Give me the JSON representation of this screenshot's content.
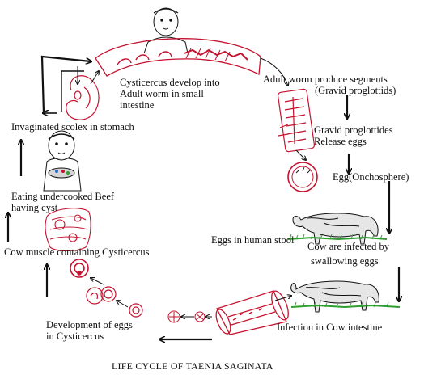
{
  "labels": {
    "cysticercus_develop_1": "Cysticercus develop into",
    "cysticercus_develop_2": "Adult worm in small",
    "cysticercus_develop_3": "intestine",
    "adult_worm_1": "Adult worm produce segments",
    "adult_worm_2": "(Gravid proglottids)",
    "gravid_release_1": "Gravid proglottides",
    "gravid_release_2": "Release eggs",
    "egg": "Egg(Onchosphere)",
    "eggs_in_stool": "Eggs in human stool",
    "cow_infected_1": "Cow are infected by",
    "cow_infected_2": "swallowing eggs",
    "infection_intestine": "Infection in Cow intestine",
    "development_eggs_1": "Development of eggs",
    "development_eggs_2": "in Cysticercus",
    "cow_muscle": "Cow muscle containing Cysticercus",
    "eating_beef_1": "Eating undercooked Beef",
    "eating_beef_2": "having cyst",
    "invaginated_scolex": "Invaginated scolex in stomach"
  },
  "caption": "LIFE CYCLE OF TAENIA SAGINATA",
  "colors": {
    "ink": "#111111",
    "worm": "#c4122f",
    "grass": "#2e9e2e"
  }
}
